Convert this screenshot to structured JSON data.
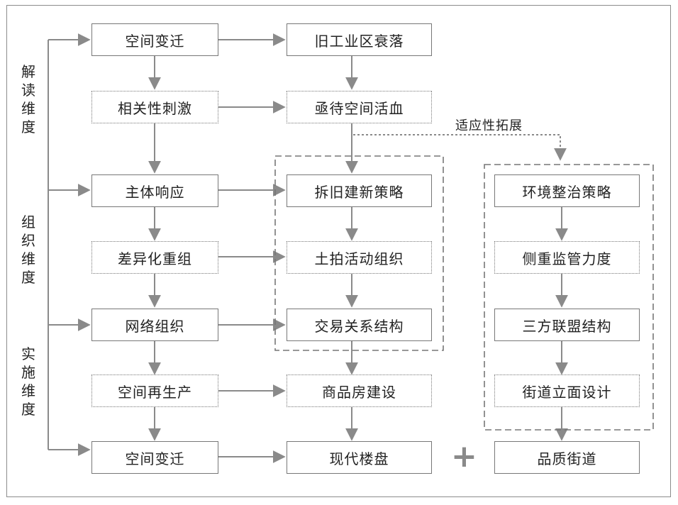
{
  "dimensions": {
    "d1": "解读维度",
    "d2": "组织维度",
    "d3": "实施维度"
  },
  "col1": [
    "空间变迁",
    "相关性刺激",
    "主体响应",
    "差异化重组",
    "网络组织",
    "空间再生产",
    "空间变迁"
  ],
  "col2": [
    "旧工业区衰落",
    "亟待空间活血",
    "拆旧建新策略",
    "土拍活动组织",
    "交易关系结构",
    "商品房建设",
    "现代楼盘"
  ],
  "col3": [
    "环境整治策略",
    "侧重监管力度",
    "三方联盟结构",
    "街道立面设计",
    "品质街道"
  ],
  "labels": {
    "adaptive": "适应性拓展",
    "plus": "+"
  }
}
